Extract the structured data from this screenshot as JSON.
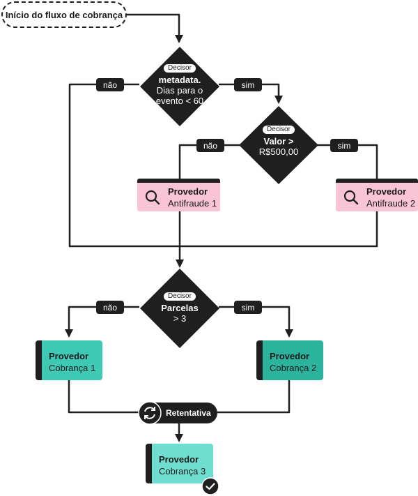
{
  "start": {
    "label": "Início do fluxo de cobrança"
  },
  "decisions": {
    "metadata": {
      "pill": "Decisor",
      "title": "metadata.",
      "body_line1": "Dias para o",
      "body_line2": "evento < 60"
    },
    "valor": {
      "pill": "Decisor",
      "title": "Valor >",
      "body_line1": "R$500,00"
    },
    "parcelas": {
      "pill": "Decisor",
      "title": "Parcelas",
      "body_line1": "> 3"
    }
  },
  "branches": {
    "no": "não",
    "yes": "sim"
  },
  "antifraud": {
    "provider1": {
      "title": "Provedor",
      "subtitle": "Antifraude 1"
    },
    "provider2": {
      "title": "Provedor",
      "subtitle": "Antifraude 2"
    }
  },
  "billing": {
    "provider1": {
      "title": "Provedor",
      "subtitle": "Cobrança 1"
    },
    "provider2": {
      "title": "Provedor",
      "subtitle": "Cobrança 2"
    },
    "provider3": {
      "title": "Provedor",
      "subtitle": "Cobrança 3"
    }
  },
  "retry": {
    "label": "Retentativa"
  },
  "colors": {
    "dark": "#1f1f1f",
    "antifraud": "#f9c4d5",
    "billing1": "#3dc9b3",
    "billing2": "#2cb39d",
    "billing3": "#6fded0"
  },
  "icons": {
    "antifraud": "search-icon",
    "retry": "refresh-icon",
    "done": "check-circle-icon"
  }
}
